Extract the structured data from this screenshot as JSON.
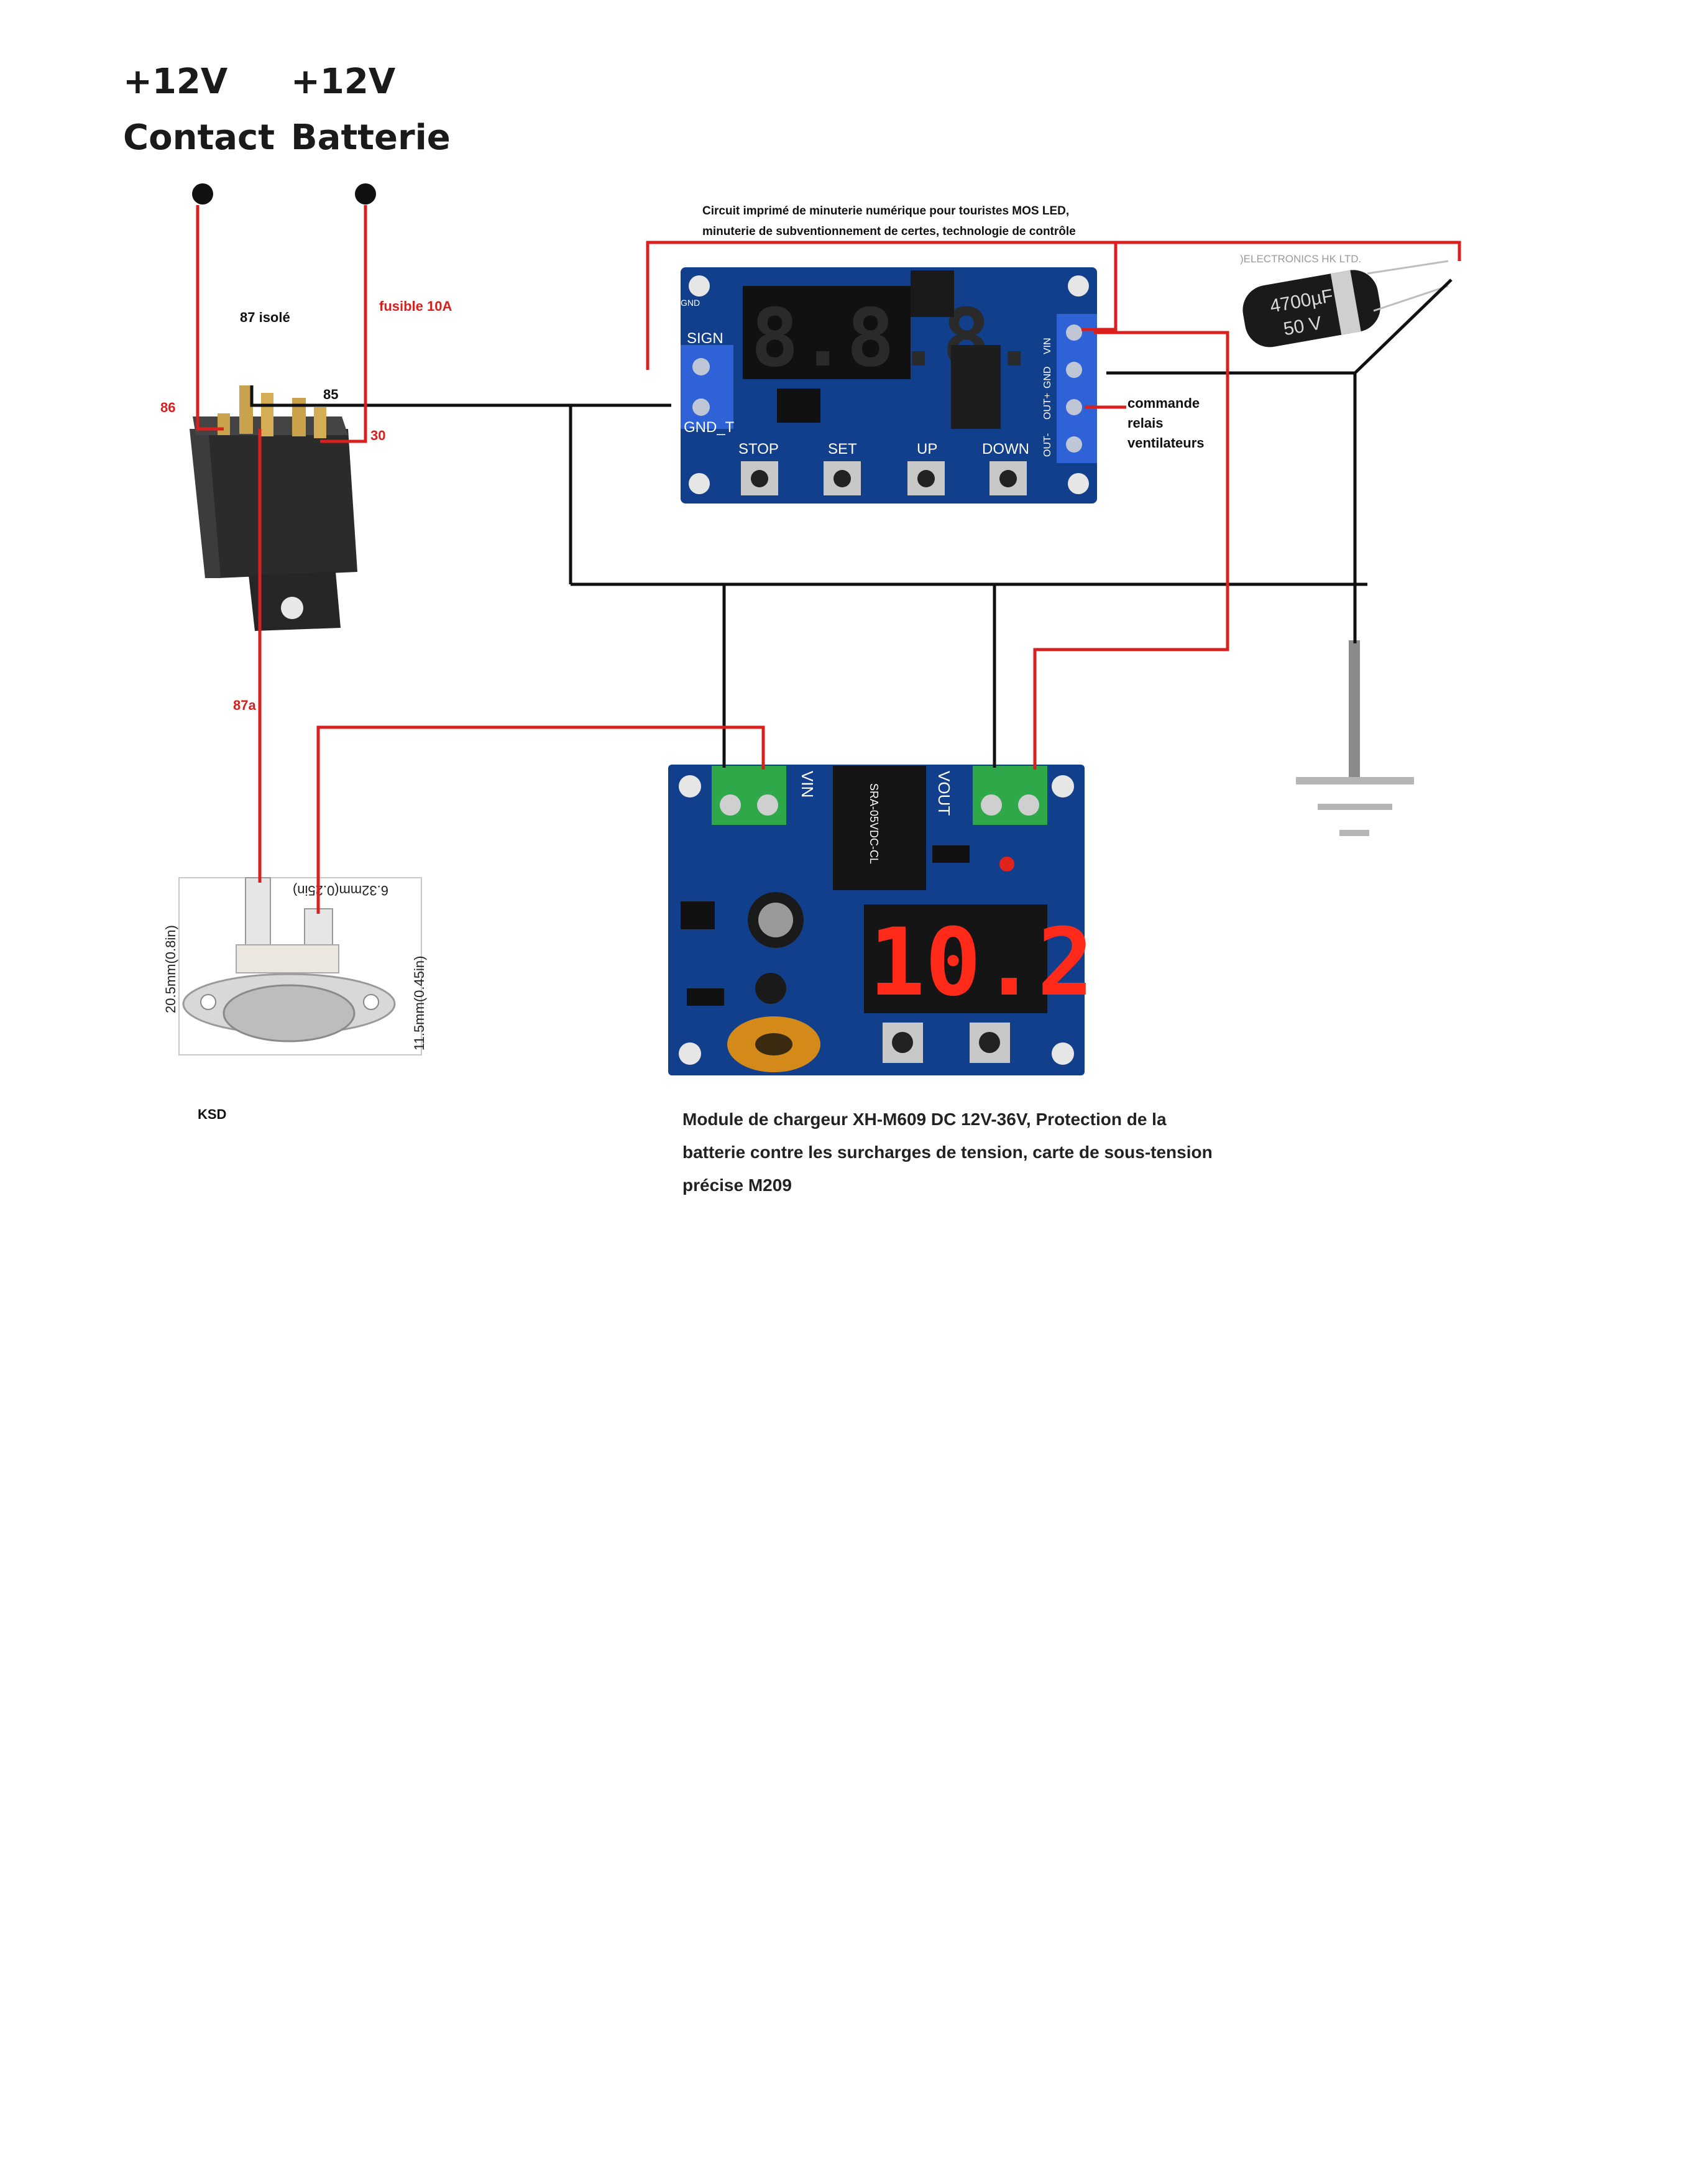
{
  "supply": {
    "contact_line1": "+12V",
    "contact_line2": "Contact",
    "battery_line1": "+12V",
    "battery_line2": "Batterie"
  },
  "relay": {
    "pin_86": "86",
    "pin_85": "85",
    "pin_30": "30",
    "pin_87": "87 isolé",
    "pin_87a": "87a",
    "fuse": "fusible 10A"
  },
  "timer_board": {
    "caption_line1": "Circuit imprimé de minuterie numérique pour touristes MOS LED,",
    "caption_line2": "minuterie de subventionnement de certes, technologie de contrôle",
    "display": "8.8.8.",
    "terminal_sign": "SIGN",
    "terminal_gnd_t": "GND_T",
    "gnd_label": "GND",
    "vin": "VIN",
    "gnd": "GND",
    "out_plus": "OUT+",
    "out_minus": "OUT-",
    "buttons": [
      "STOP",
      "SET",
      "UP",
      "DOWN"
    ],
    "output_note": [
      "commande",
      "relais",
      "ventilateurs"
    ]
  },
  "capacitor": {
    "brand": ")ELECTRONICS HK LTD.",
    "capacitance": "4700µF",
    "voltage": "50 V"
  },
  "charger_board": {
    "display": "10.2",
    "vin": "VIN",
    "vout": "VOUT",
    "relay_text": "SRA-05VDC-CL",
    "caption_line1": "Module de chargeur XH-M609 DC 12V-36V, Protection de la",
    "caption_line2": "batterie contre les surcharges de tension, carte de sous-tension",
    "caption_line3": "précise M209"
  },
  "thermostat": {
    "name": "KSD",
    "dim_terminal": "6.32mm(0.25in)",
    "dim_height": "20.5mm(0.8in)",
    "dim_body": "11.5mm(0.45in)"
  },
  "colors": {
    "red_wire": "#d9201e",
    "black_wire": "#111111",
    "pcb_blue": "#123f8c",
    "terminal_blue": "#2f62d6",
    "terminal_green": "#2fa84a",
    "seven_seg_red": "#ff2a1a"
  }
}
